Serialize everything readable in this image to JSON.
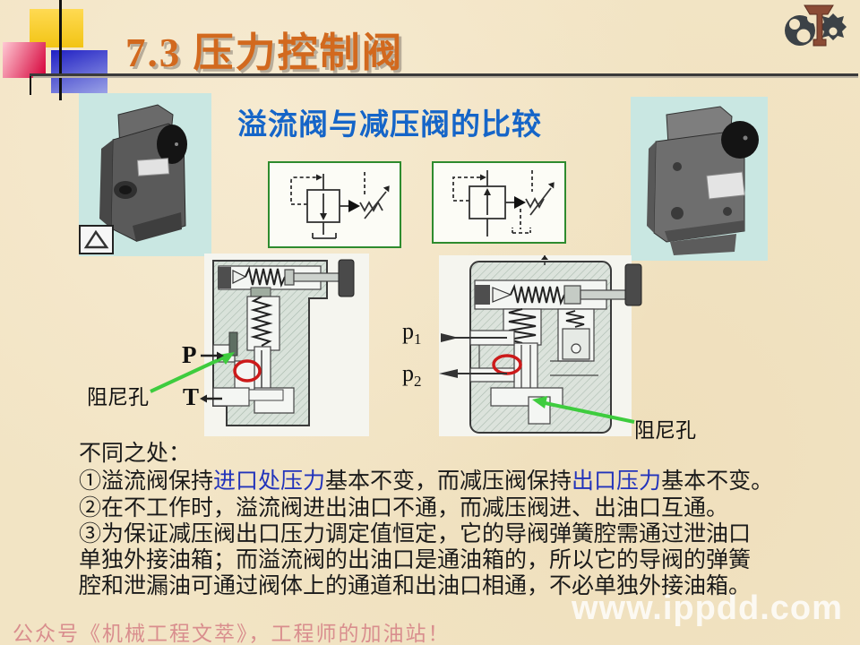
{
  "header": {
    "title": "7.3 压力控制阀"
  },
  "subtitle": "溢流阀与减压阀的比较",
  "labels": {
    "port_p": "P",
    "port_t": "T",
    "p1_main": "p",
    "p1_sub": "1",
    "p2_main": "p",
    "p2_sub": "2",
    "damping_left": "阻尼孔",
    "damping_right": "阻尼孔"
  },
  "body": {
    "heading": "不同之处：",
    "lines": [
      [
        {
          "text": "①溢流阀保持",
          "color": "#1A1A1A"
        },
        {
          "text": "进口处压力",
          "color": "#2233BB"
        },
        {
          "text": "基本不变，而减压阀保持",
          "color": "#1A1A1A"
        },
        {
          "text": "出口压力",
          "color": "#2233BB"
        },
        {
          "text": "基本不变。",
          "color": "#1A1A1A"
        }
      ],
      [
        {
          "text": "②在不工作时，溢流阀进出油口不通，而减压阀进、出油口互通。",
          "color": "#1A1A1A"
        }
      ],
      [
        {
          "text": "③为保证减压阀出口压力调定值恒定，它的导阀弹簧腔需通过泄油口",
          "color": "#1A1A1A"
        }
      ],
      [
        {
          "text": "单独外接油箱；而溢流阀的出油口是通油箱的，所以它的导阀的弹簧",
          "color": "#1A1A1A"
        }
      ],
      [
        {
          "text": "腔和泄漏油可通过阀体上的通道和出油口相通，不必单独外接油箱。",
          "color": "#1A1A1A"
        }
      ]
    ]
  },
  "footer": {
    "text": "公众号《机械工程文萃》，工程师的加油站！"
  },
  "watermark": "www.ippdd.com",
  "icons": {
    "logo": "gears-and-press-logo",
    "warning_triangle": "triangle-mark"
  },
  "colors": {
    "background": "#F2E4C4",
    "title_orange": "#D2691E",
    "subtitle_blue": "#1565C8",
    "emphasis_blue": "#2233BB",
    "text_black": "#1A1A1A",
    "green_border": "#2E8B2E",
    "photo_background": "#C9E7E2",
    "highlight_red": "#CC1A1A",
    "arrow_green": "#3ECC3E",
    "footer_pink": "#D98E8E"
  }
}
